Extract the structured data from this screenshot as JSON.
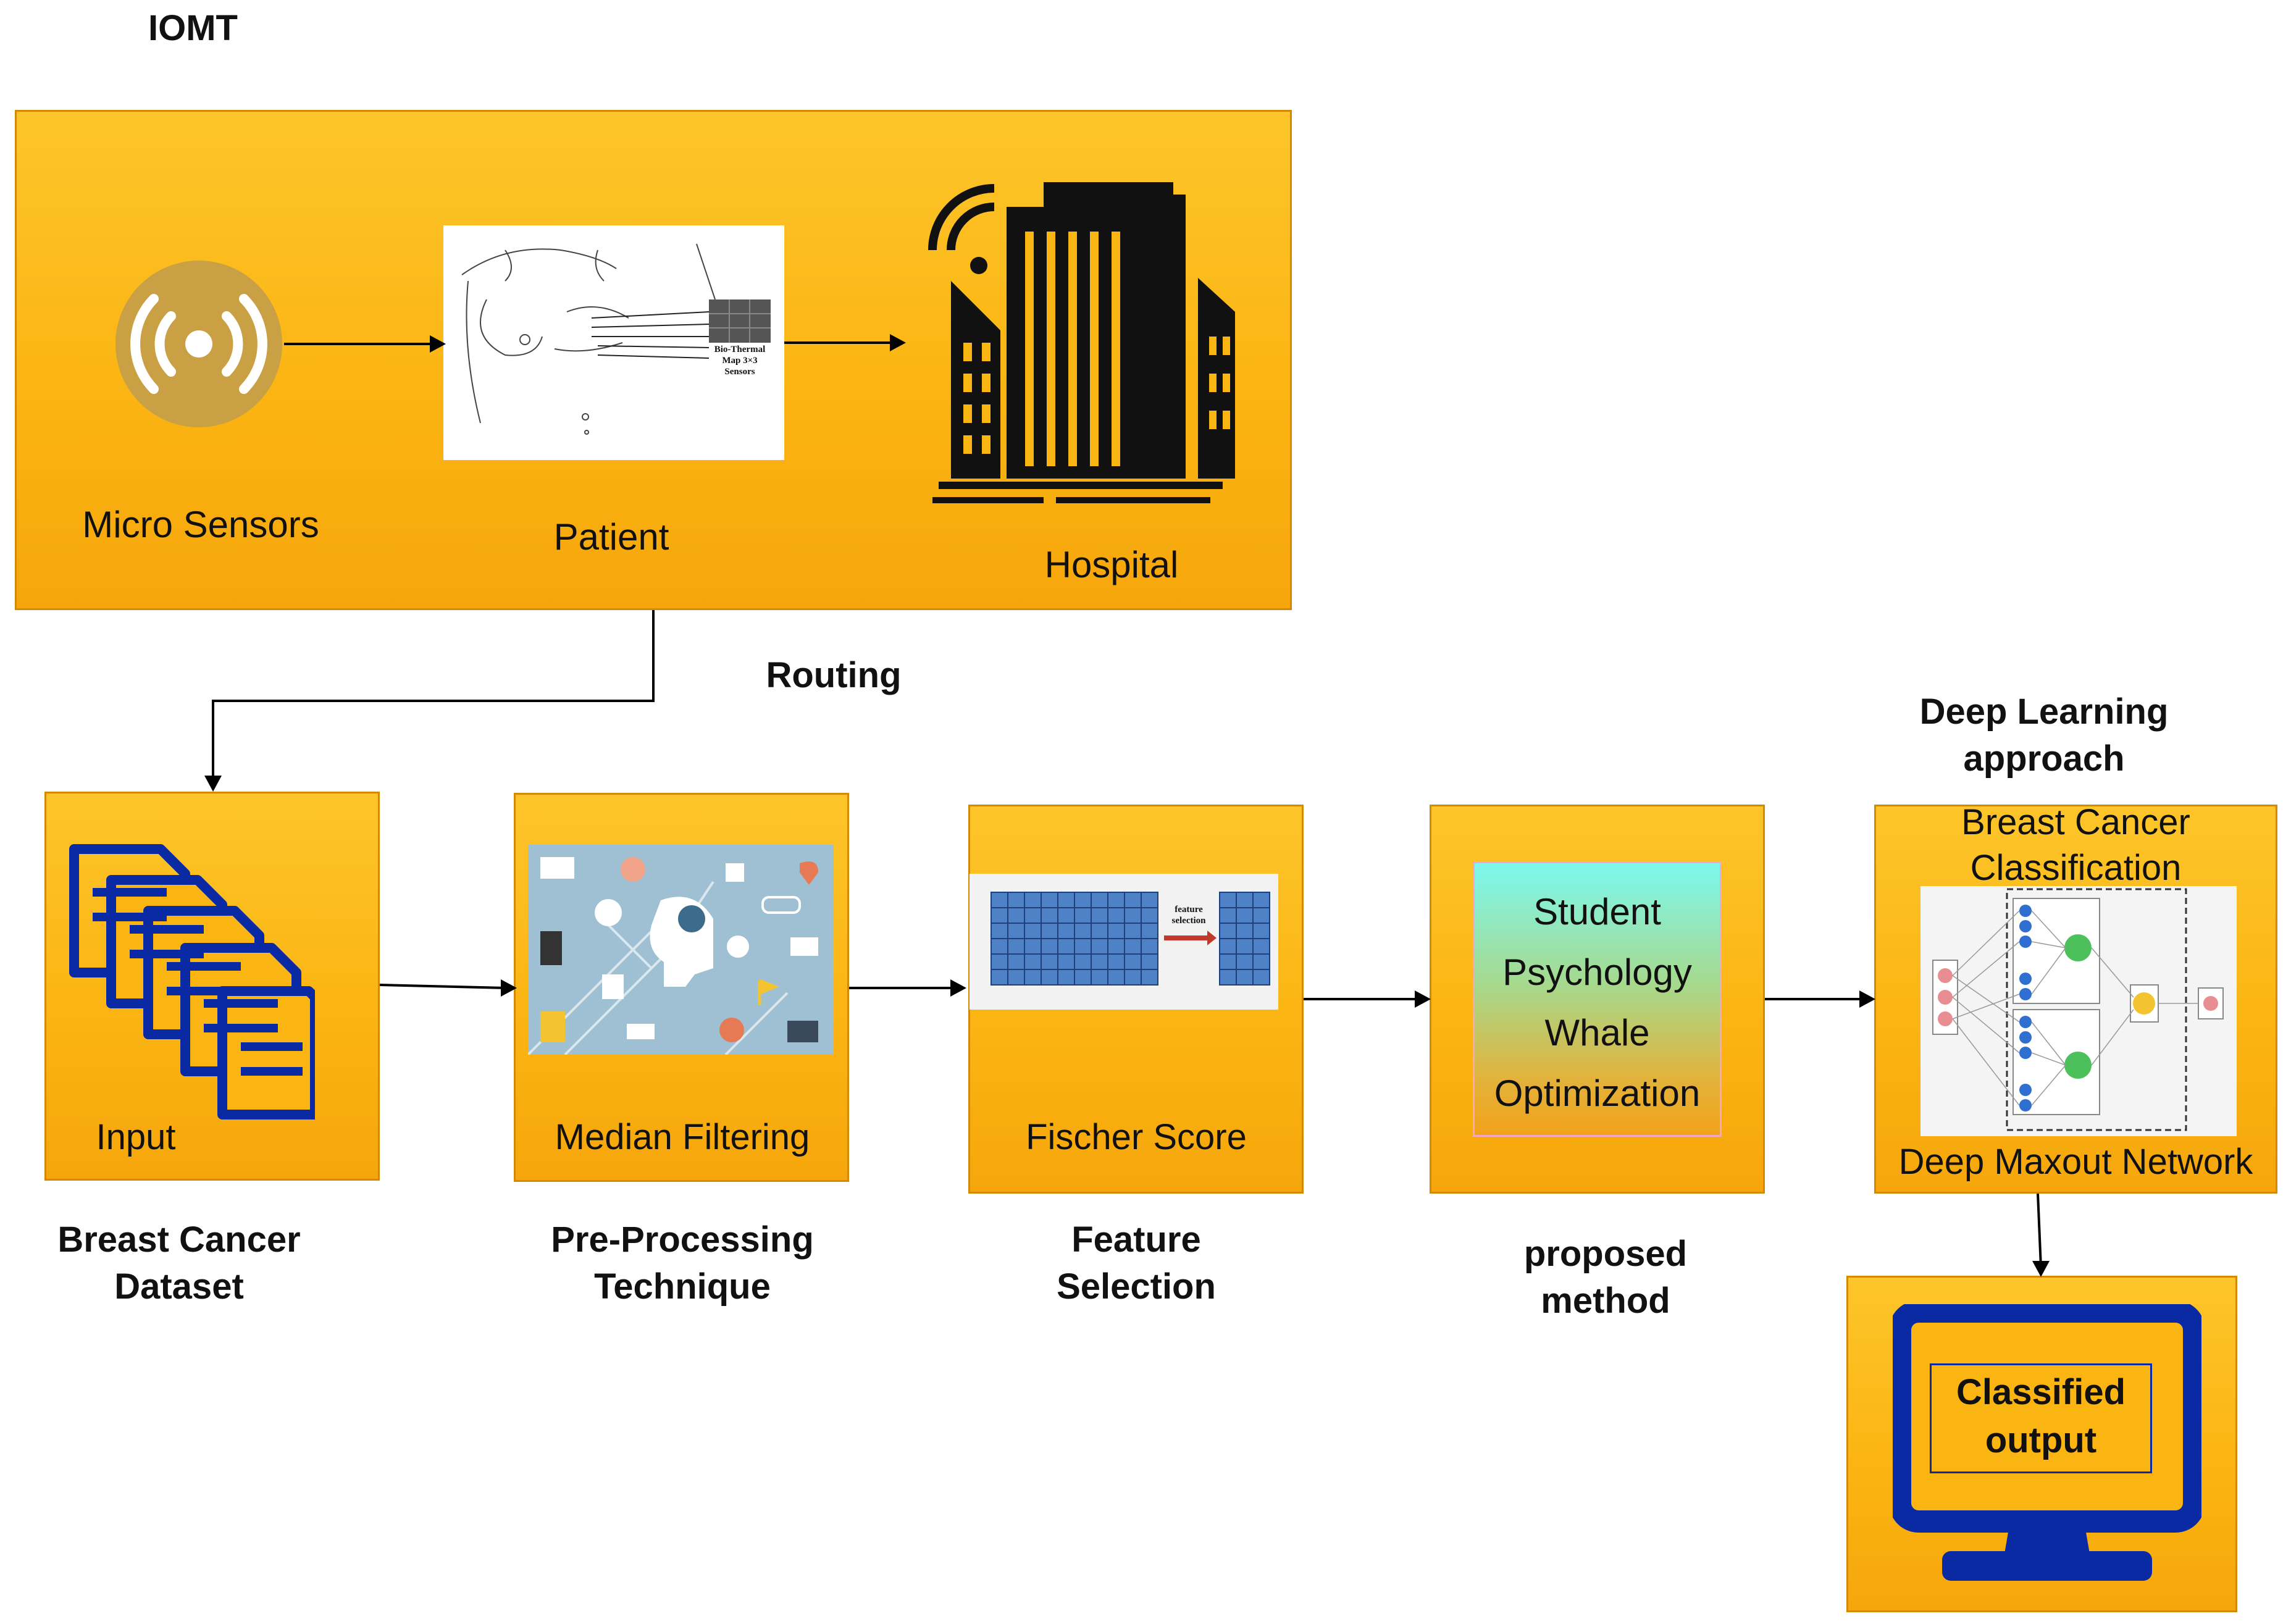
{
  "iomt": {
    "title": "IOMT",
    "micro_sensors": "Micro Sensors",
    "patient": "Patient",
    "hospital": "Hospital",
    "sensor_caption": [
      "Bio-Thermal",
      "Map 3×3",
      "Sensors"
    ]
  },
  "routing": "Routing",
  "deep_learning_heading": "Deep Learning\napproach",
  "steps": {
    "input": {
      "box_label": "Input",
      "caption": "Breast Cancer\nDataset"
    },
    "median": {
      "box_label": "Median Filtering",
      "caption": "Pre-Processing\nTechnique"
    },
    "fischer": {
      "box_label": "Fischer Score",
      "caption": "Feature\nSelection",
      "feature_selection_text": "feature\nselection"
    },
    "proposed": {
      "box_text": "Student\nPsychology\nWhale\nOptimization",
      "caption": "proposed\nmethod"
    },
    "classification": {
      "top_label": "Breast Cancer\nClassification",
      "bottom_label": "Deep Maxout Network"
    },
    "output": {
      "label": "Classified\noutput"
    }
  },
  "colors": {
    "orange": "#fbb513",
    "border": "#d48a00",
    "navy": "#0a2aa3",
    "gold_icon": "#c9a144"
  }
}
